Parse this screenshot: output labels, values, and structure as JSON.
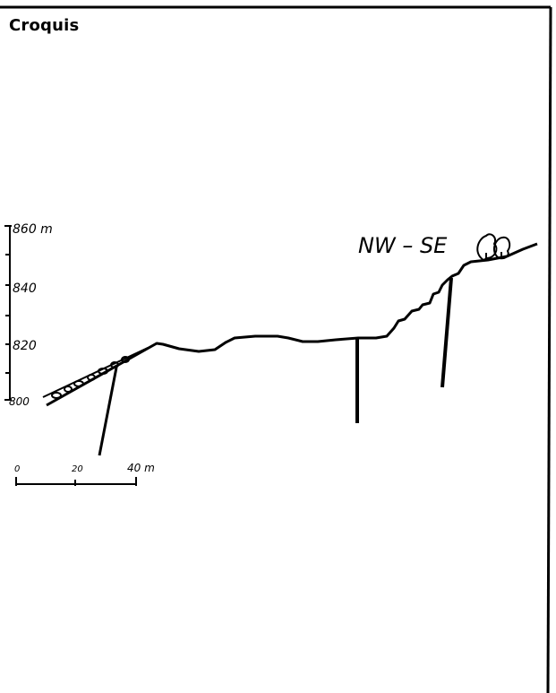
{
  "title": "Croquis",
  "axis": {
    "ticks": [
      "860 m",
      "840",
      "820",
      "800"
    ]
  },
  "orientation_label": "NW – SE",
  "scale_bar": {
    "labels": [
      "0",
      "20",
      "40 m"
    ]
  },
  "icons": {
    "trees": "tree-icon"
  },
  "colors": {
    "ink": "#000000",
    "paper": "#ffffff"
  }
}
